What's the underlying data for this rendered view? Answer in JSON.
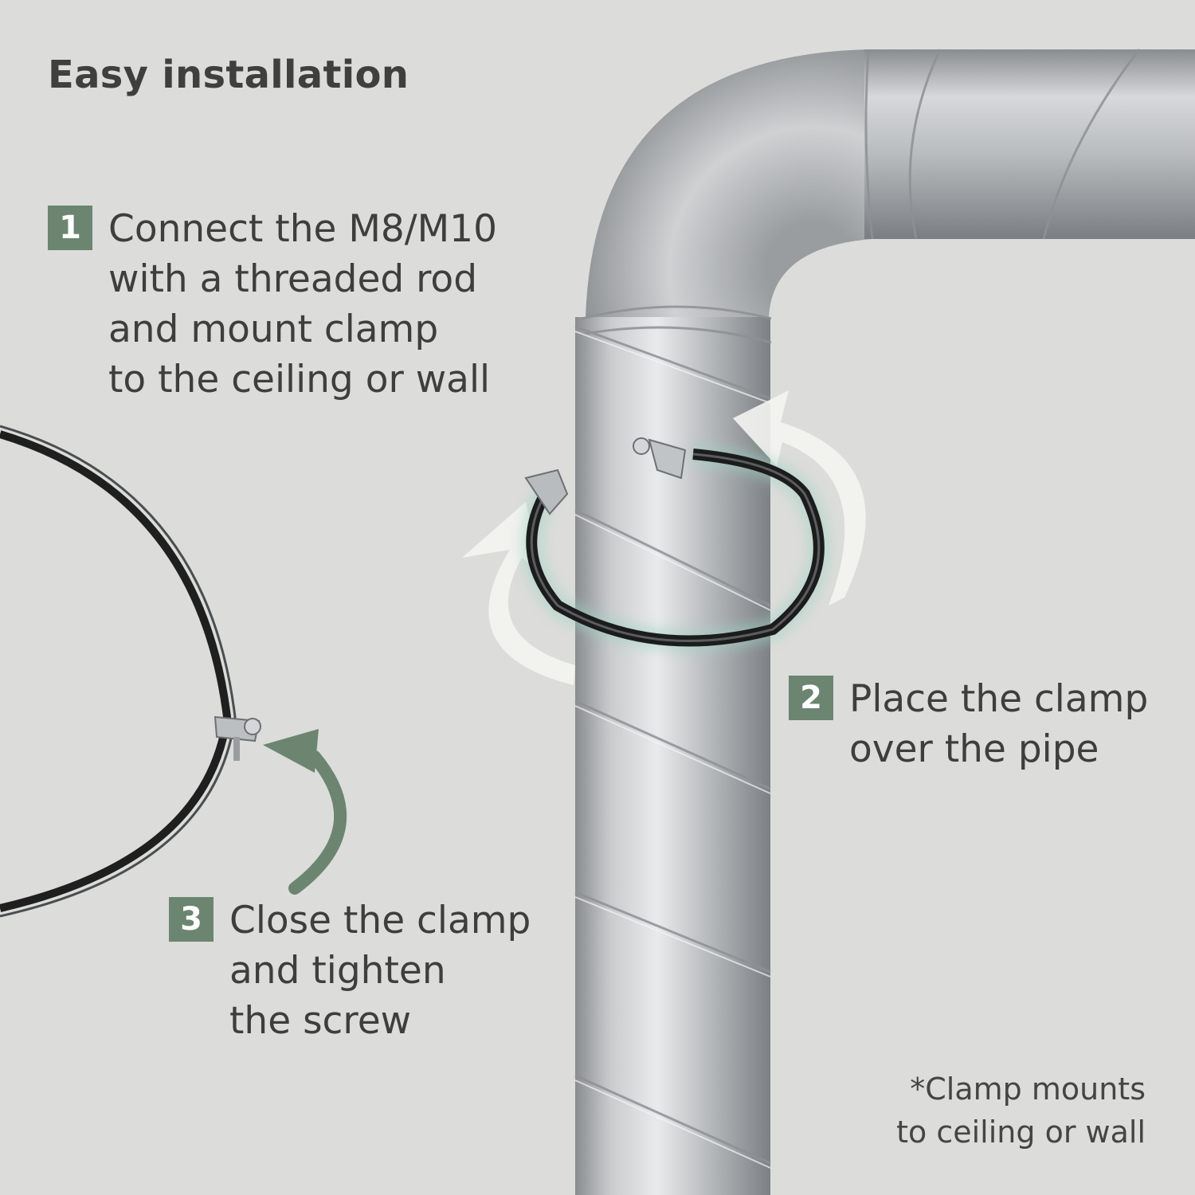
{
  "title": "Easy installation",
  "steps": [
    {
      "number": "1",
      "lines": [
        "Connect the M8/M10",
        "with a threaded rod",
        "and mount clamp",
        "to the ceiling or wall"
      ]
    },
    {
      "number": "2",
      "lines": [
        "Place the clamp",
        "over the pipe"
      ]
    },
    {
      "number": "3",
      "lines": [
        "Close the clamp",
        "and tighten",
        "the screw"
      ]
    }
  ],
  "note": {
    "lines": [
      "*Clamp mounts",
      "to ceiling or wall"
    ]
  },
  "colors": {
    "background": "#dcdcda",
    "accent": "#6b8571",
    "text": "#3e3e3e",
    "glow": "#9fd3c3",
    "arrow": "#f4f4f1"
  },
  "icons": [
    "duct-pipe-elbow",
    "pipe-clamp",
    "rotate-arrow",
    "tighten-arrow",
    "clamp-ring"
  ]
}
